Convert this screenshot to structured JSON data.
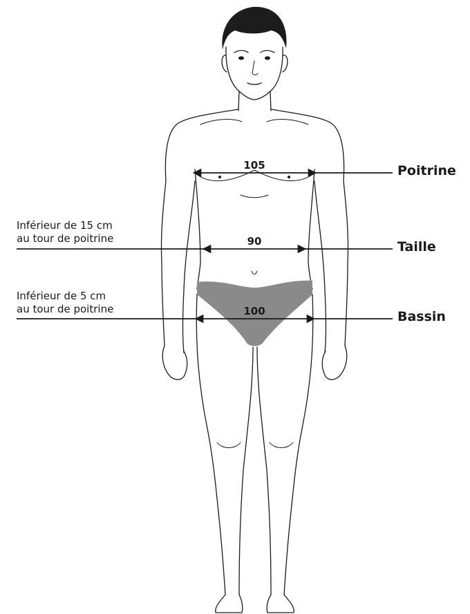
{
  "measurements": {
    "chest": {
      "label": "Poitrine",
      "value": "105"
    },
    "waist": {
      "label": "Taille",
      "value": "90",
      "note_line1": "Inférieur de 15 cm",
      "note_line2": "au tour de poitrine"
    },
    "hips": {
      "label": "Bassin",
      "value": "100",
      "note_line1": "Inférieur de 5 cm",
      "note_line2": "au tour de poitrine"
    }
  },
  "colors": {
    "line": "#1a1a1a",
    "brief": "#8a8a8a",
    "hair": "#1c1c1c"
  }
}
